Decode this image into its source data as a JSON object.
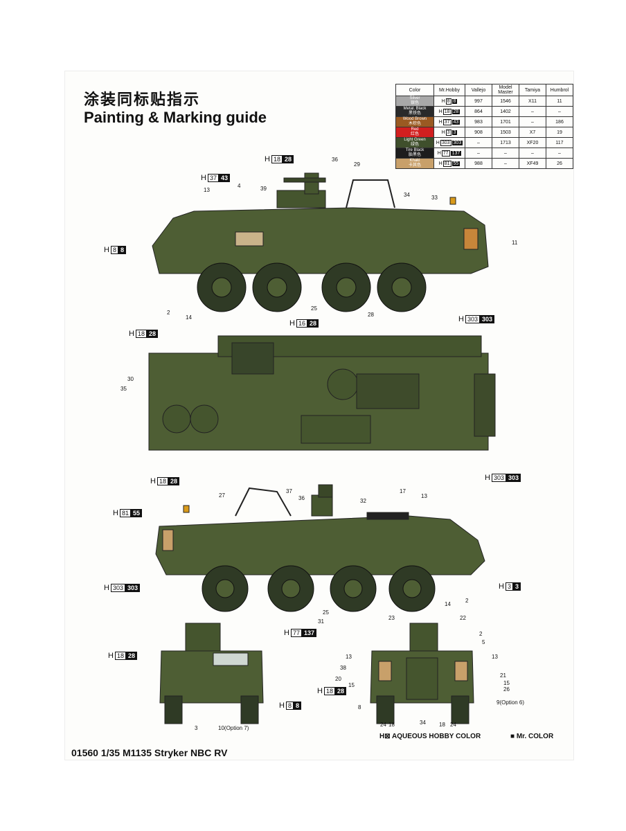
{
  "header": {
    "title_cn": "涂装同标贴指示",
    "title_en": "Painting & Marking guide"
  },
  "footer": {
    "text": "01560 1/35 M1135 Stryker NBC RV"
  },
  "legend": {
    "aqueous": "AQUEOUS HOBBY COLOR",
    "mr": "Mr. COLOR"
  },
  "paint_table": {
    "headers": [
      "Color",
      "Mr.Hobby",
      "Vallejo",
      "Model Master",
      "Tamiya",
      "Humbrol"
    ],
    "rows": [
      {
        "color_en": "Silver",
        "color_cn": "银色",
        "swatch": "#a8a8a8",
        "h_white": "8",
        "h_black": "8",
        "vallejo": "997",
        "model_master": "1546",
        "tamiya": "X11",
        "humbrol": "11"
      },
      {
        "color_en": "Metal. Black",
        "color_cn": "黑铁色",
        "swatch": "#2a2a2a",
        "h_white": "18",
        "h_black": "28",
        "vallejo": "864",
        "model_master": "1402",
        "tamiya": "–",
        "humbrol": "–"
      },
      {
        "color_en": "Wood Brown",
        "color_cn": "木棕色",
        "swatch": "#9a5a22",
        "h_white": "37",
        "h_black": "43",
        "vallejo": "983",
        "model_master": "1701",
        "tamiya": "–",
        "humbrol": "186"
      },
      {
        "color_en": "Red",
        "color_cn": "红色",
        "swatch": "#d11f1f",
        "h_white": "3",
        "h_black": "3",
        "vallejo": "908",
        "model_master": "1503",
        "tamiya": "X7",
        "humbrol": "19"
      },
      {
        "color_en": "Light Green",
        "color_cn": "绿色",
        "swatch": "#3f4f2c",
        "h_white": "303",
        "h_black": "303",
        "vallejo": "–",
        "model_master": "1713",
        "tamiya": "XF20",
        "humbrol": "117"
      },
      {
        "color_en": "Tire Black",
        "color_cn": "胎黑色",
        "swatch": "#1d1d1d",
        "h_white": "77",
        "h_black": "137",
        "vallejo": "–",
        "model_master": "–",
        "tamiya": "–",
        "humbrol": "–"
      },
      {
        "color_en": "Khaki",
        "color_cn": "卡其色",
        "swatch": "#c8a06a",
        "h_white": "81",
        "h_black": "55",
        "vallejo": "988",
        "model_master": "–",
        "tamiya": "XF49",
        "humbrol": "26"
      }
    ]
  },
  "callouts": {
    "side_top": {
      "h1": [
        "18",
        "28"
      ],
      "h2": [
        "37",
        "43"
      ],
      "h3": [
        "8",
        "8"
      ],
      "h4": [
        "16",
        "28"
      ],
      "h5": [
        "303",
        "303"
      ]
    },
    "top_view": {
      "h1": [
        "18",
        "28"
      ],
      "h2": [
        "303",
        "303"
      ]
    },
    "side_bottom": {
      "h1": [
        "18",
        "28"
      ],
      "h2": [
        "81",
        "55"
      ],
      "h3": [
        "303",
        "303"
      ],
      "h4": [
        "3",
        "3"
      ],
      "h5": [
        "77",
        "137"
      ]
    },
    "front": {
      "h1": [
        "18",
        "28"
      ],
      "h2": [
        "8",
        "8"
      ]
    },
    "rear": {
      "h1": [
        "18",
        "28"
      ]
    }
  },
  "part_numbers": {
    "side_top": [
      "36",
      "29",
      "13",
      "4",
      "39",
      "34",
      "33",
      "11",
      "2",
      "14",
      "25",
      "28"
    ],
    "top_view": [
      "30",
      "35"
    ],
    "side_bottom": [
      "27",
      "37",
      "36",
      "32",
      "17",
      "13",
      "2",
      "14",
      "31",
      "25"
    ],
    "front": [
      "3",
      "10(Option 7)"
    ],
    "rear": [
      "23",
      "22",
      "2",
      "5",
      "13",
      "13",
      "38",
      "21",
      "20",
      "15",
      "15",
      "26",
      "8",
      "9(Option 6)",
      "24",
      "18",
      "34",
      "18",
      "24"
    ]
  },
  "colors": {
    "vehicle_green": "#4e5e34",
    "vehicle_dark": "#38452a",
    "tire": "#2f3a25"
  }
}
